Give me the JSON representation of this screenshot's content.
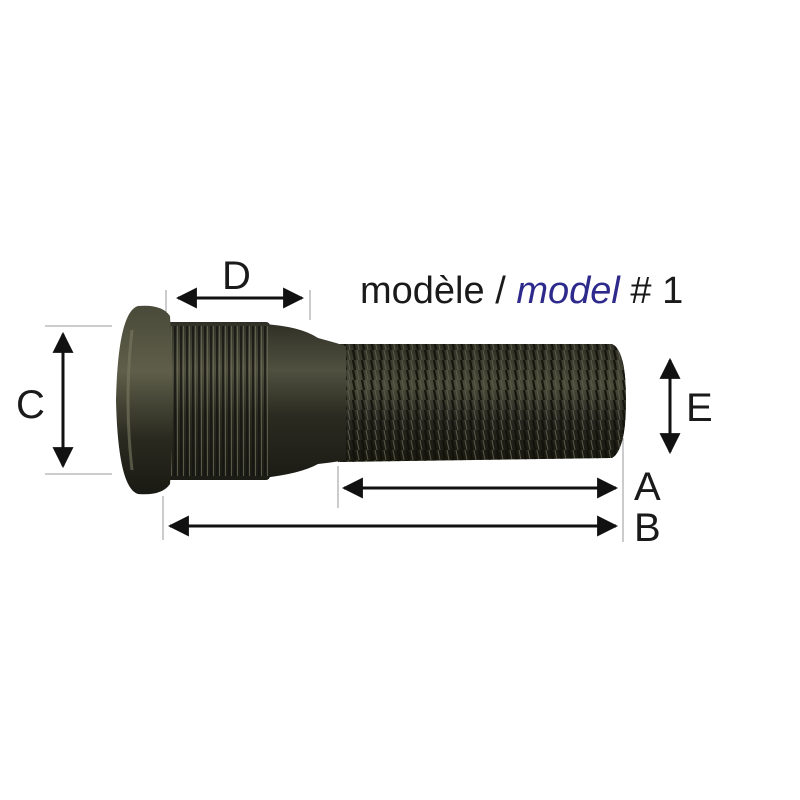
{
  "caption": {
    "french": "modèle /",
    "english": "model",
    "number": "# 1"
  },
  "dimensions": {
    "A": "A",
    "B": "B",
    "C": "C",
    "D": "D",
    "E": "E"
  },
  "colors": {
    "stud_metal": "#26261e",
    "stud_highlight": "#5a5a48",
    "arrow": "#111111",
    "extension_line": "#9a9a9a",
    "model_word": "#2e2a8c"
  }
}
